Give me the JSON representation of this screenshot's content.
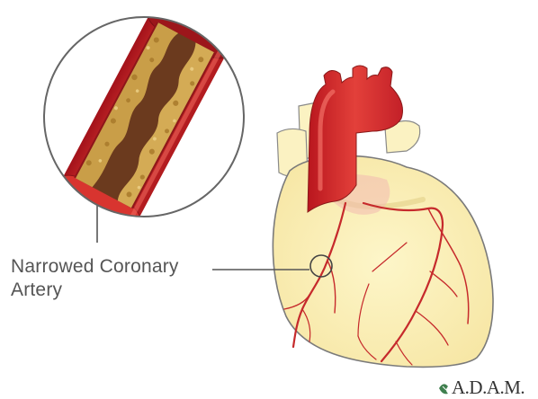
{
  "callout": {
    "line1": "Narrowed Coronary",
    "line2": "Artery"
  },
  "logo": {
    "text": "A.D.A.M."
  },
  "colors": {
    "heart_fill": "#fbf0b8",
    "heart_outline": "#7a7a7a",
    "aorta": "#d02a2a",
    "artery_red": "#c8282a",
    "plaque": "#c9a24a",
    "leader_line": "#555555"
  }
}
